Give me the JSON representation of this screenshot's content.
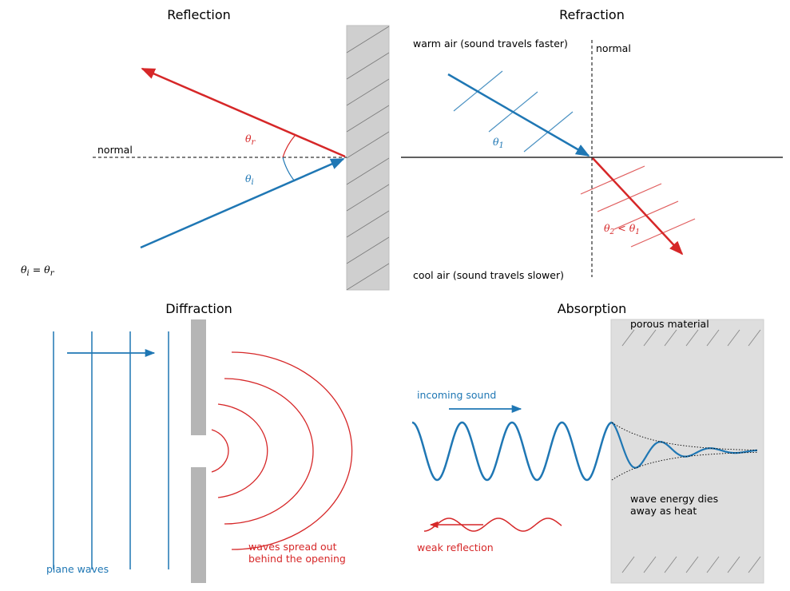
{
  "panels": {
    "reflection": {
      "title": "Reflection",
      "normal_label": "normal",
      "angle_r": "θ",
      "angle_r_sub": "r",
      "angle_i": "θ",
      "angle_i_sub": "i",
      "law_a": "θ",
      "law_a_sub": "i",
      "law_eq": " = ",
      "law_b": "θ",
      "law_b_sub": "r"
    },
    "refraction": {
      "title": "Refraction",
      "top_medium": "warm air (sound travels faster)",
      "bottom_medium": "cool air (sound travels slower)",
      "normal_label": "normal",
      "angle_1": "θ",
      "angle_1_sub": "1",
      "angle_2": "θ",
      "angle_2_sub": "2",
      "angle_2_rel": " < ",
      "angle_2_ref": "θ",
      "angle_2_ref_sub": "1"
    },
    "diffraction": {
      "title": "Diffraction",
      "plane_waves": "plane waves",
      "spread_line1": "waves spread out",
      "spread_line2": "behind the opening"
    },
    "absorption": {
      "title": "Absorption",
      "material": "porous material",
      "incoming": "incoming sound",
      "weak_reflection": "weak reflection",
      "energy_line1": "wave energy dies",
      "energy_line2": "away as heat"
    }
  },
  "colors": {
    "incident_blue": "#1f77b4",
    "reflected_red": "#d62728",
    "wall_gray": "#cfcfcf",
    "barrier_gray": "#b5b5b5",
    "material_gray": "#dedede"
  }
}
